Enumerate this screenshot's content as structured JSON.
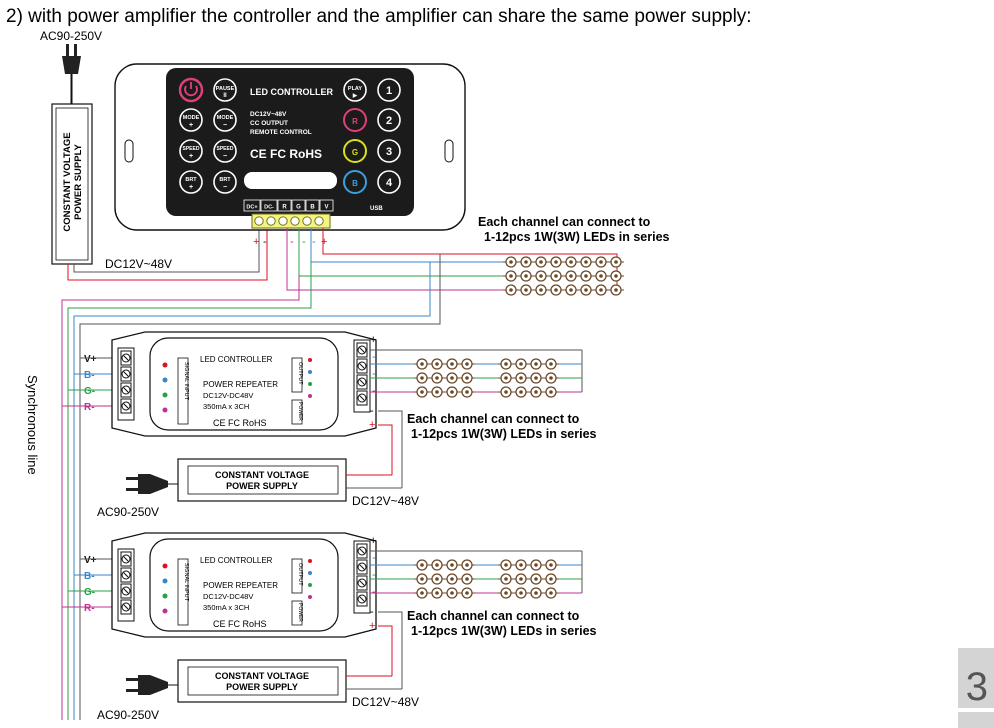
{
  "heading": "2)  with power amplifier the controller and the amplifier can share the same power supply:",
  "top_psu": {
    "ac_label": "AC90-250V",
    "line1": "CONSTANT VOLTAGE",
    "line2": "POWER SUPPLY",
    "dc_label": "DC12V~48V"
  },
  "controller": {
    "title": "LED CONTROLLER",
    "spec1": "DC12V~48V",
    "spec2": "CC OUTPUT",
    "spec3": "REMOTE CONTROL",
    "cert": "CE FC RoHS",
    "usb": "USB",
    "buttons": {
      "pause": "PAUSE",
      "play": "PLAY",
      "mode_plus": "MODE",
      "mode_minus": "MODE",
      "speed_plus": "SPEED",
      "speed_minus": "SPEED",
      "brt_plus": "BRT",
      "brt_minus": "BRT",
      "r": "R",
      "g": "G",
      "b": "B",
      "n1": "1",
      "n2": "2",
      "n3": "3",
      "n4": "4"
    },
    "terminals": [
      "DC+",
      "DC-",
      "R",
      "G",
      "B",
      "V"
    ]
  },
  "channel_note_line1": "Each channel can connect to",
  "channel_note_line2": "1-12pcs 1W(3W) LEDs in series",
  "sync_label": "Synchronous line",
  "amplifier": {
    "title": "LED CONTROLLER",
    "line1": "POWER REPEATER",
    "line2": "DC12V-DC48V",
    "line3": "350mA x 3CH",
    "cert": "CE FC RoHS",
    "signal_input": "SIGNAL INPUT",
    "output": "OUTPUT",
    "power": "POWER",
    "pins": [
      "V+",
      "B-",
      "G-",
      "R-"
    ]
  },
  "amp_psu": {
    "line1": "CONSTANT VOLTAGE",
    "line2": "POWER SUPPLY",
    "ac_label": "AC90-250V",
    "dc_label": "DC12V~48V"
  },
  "page_number": "3"
}
